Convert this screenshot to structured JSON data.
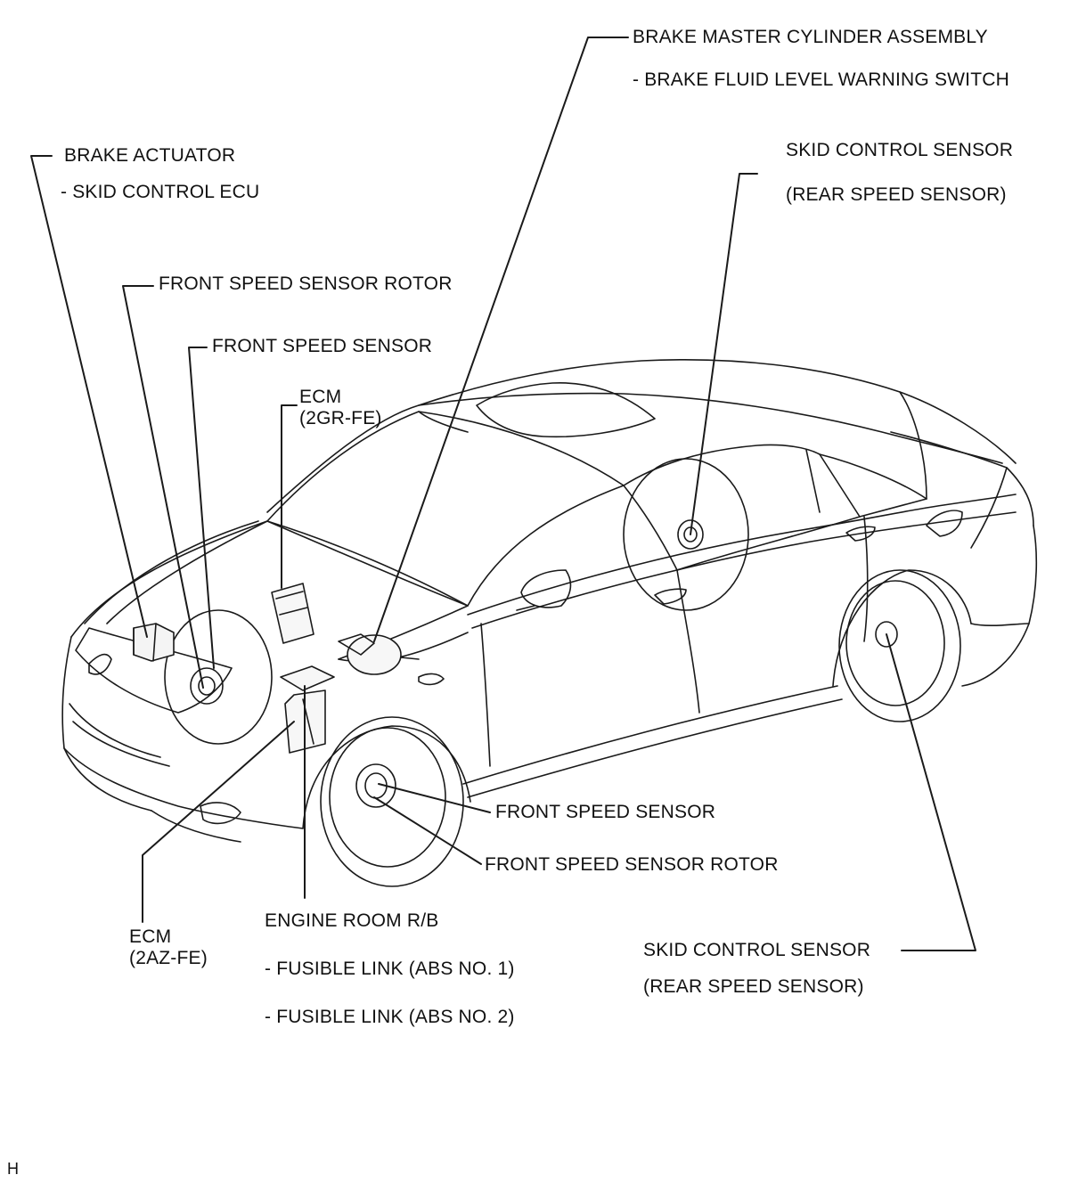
{
  "labels": {
    "brake_master": {
      "line1": "BRAKE MASTER CYLINDER ASSEMBLY",
      "line2": "- BRAKE FLUID LEVEL WARNING SWITCH"
    },
    "brake_actuator": {
      "line1": "BRAKE ACTUATOR",
      "line2": "- SKID CONTROL ECU"
    },
    "skid_sensor_top": {
      "line1": "SKID CONTROL SENSOR",
      "line2": "(REAR SPEED SENSOR)"
    },
    "front_rotor_top": "FRONT SPEED SENSOR ROTOR",
    "front_sensor_top": "FRONT SPEED SENSOR",
    "ecm_2gr": {
      "line1": "ECM",
      "line2": "(2GR-FE)"
    },
    "front_sensor_bottom": "FRONT SPEED SENSOR",
    "front_rotor_bottom": "FRONT SPEED SENSOR ROTOR",
    "ecm_2az": {
      "line1": "ECM",
      "line2": "(2AZ-FE)"
    },
    "engine_room": {
      "line1": "ENGINE ROOM R/B",
      "line2": "- FUSIBLE LINK (ABS NO. 1)",
      "line3": "- FUSIBLE LINK (ABS NO. 2)"
    },
    "skid_sensor_bottom": {
      "line1": "SKID CONTROL SENSOR",
      "line2": "(REAR SPEED SENSOR)"
    }
  },
  "corner_mark": "H",
  "colors": {
    "line": "#1a1a1a",
    "background": "#ffffff"
  }
}
